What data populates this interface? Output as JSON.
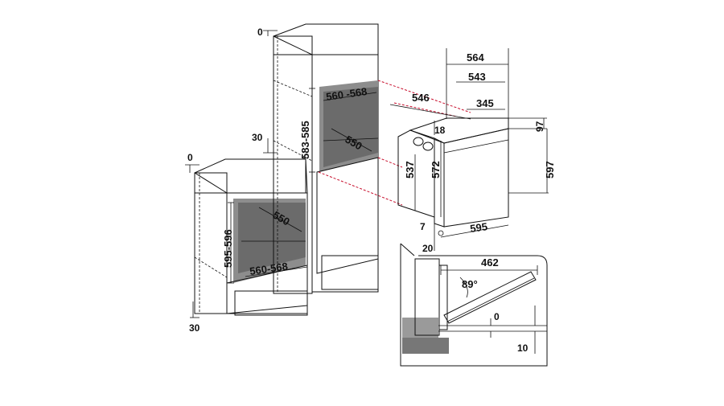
{
  "dimensions": {
    "top_zero_tall": "0",
    "tall_niche_width": "560 -568",
    "tall_niche_height": "583-585",
    "tall_niche_depth": "550",
    "tall_side_gap": "30",
    "low_zero": "0",
    "low_niche_depth": "550",
    "low_niche_height": "595-596",
    "low_niche_width": "560-568",
    "low_bottom": "30",
    "oven_depth_total": "564",
    "oven_depth_body": "543",
    "oven_depth_niche": "546",
    "oven_depth_rear": "345",
    "oven_panel_top": "18",
    "oven_top_strip": "97",
    "oven_body_height": "537",
    "oven_inner_height": "572",
    "oven_height": "597",
    "oven_bottom_gap": "7",
    "oven_width": "595",
    "oven_front": "20",
    "door_depth": "462",
    "door_angle": "89°",
    "door_zero": "0",
    "door_ten": "10"
  }
}
